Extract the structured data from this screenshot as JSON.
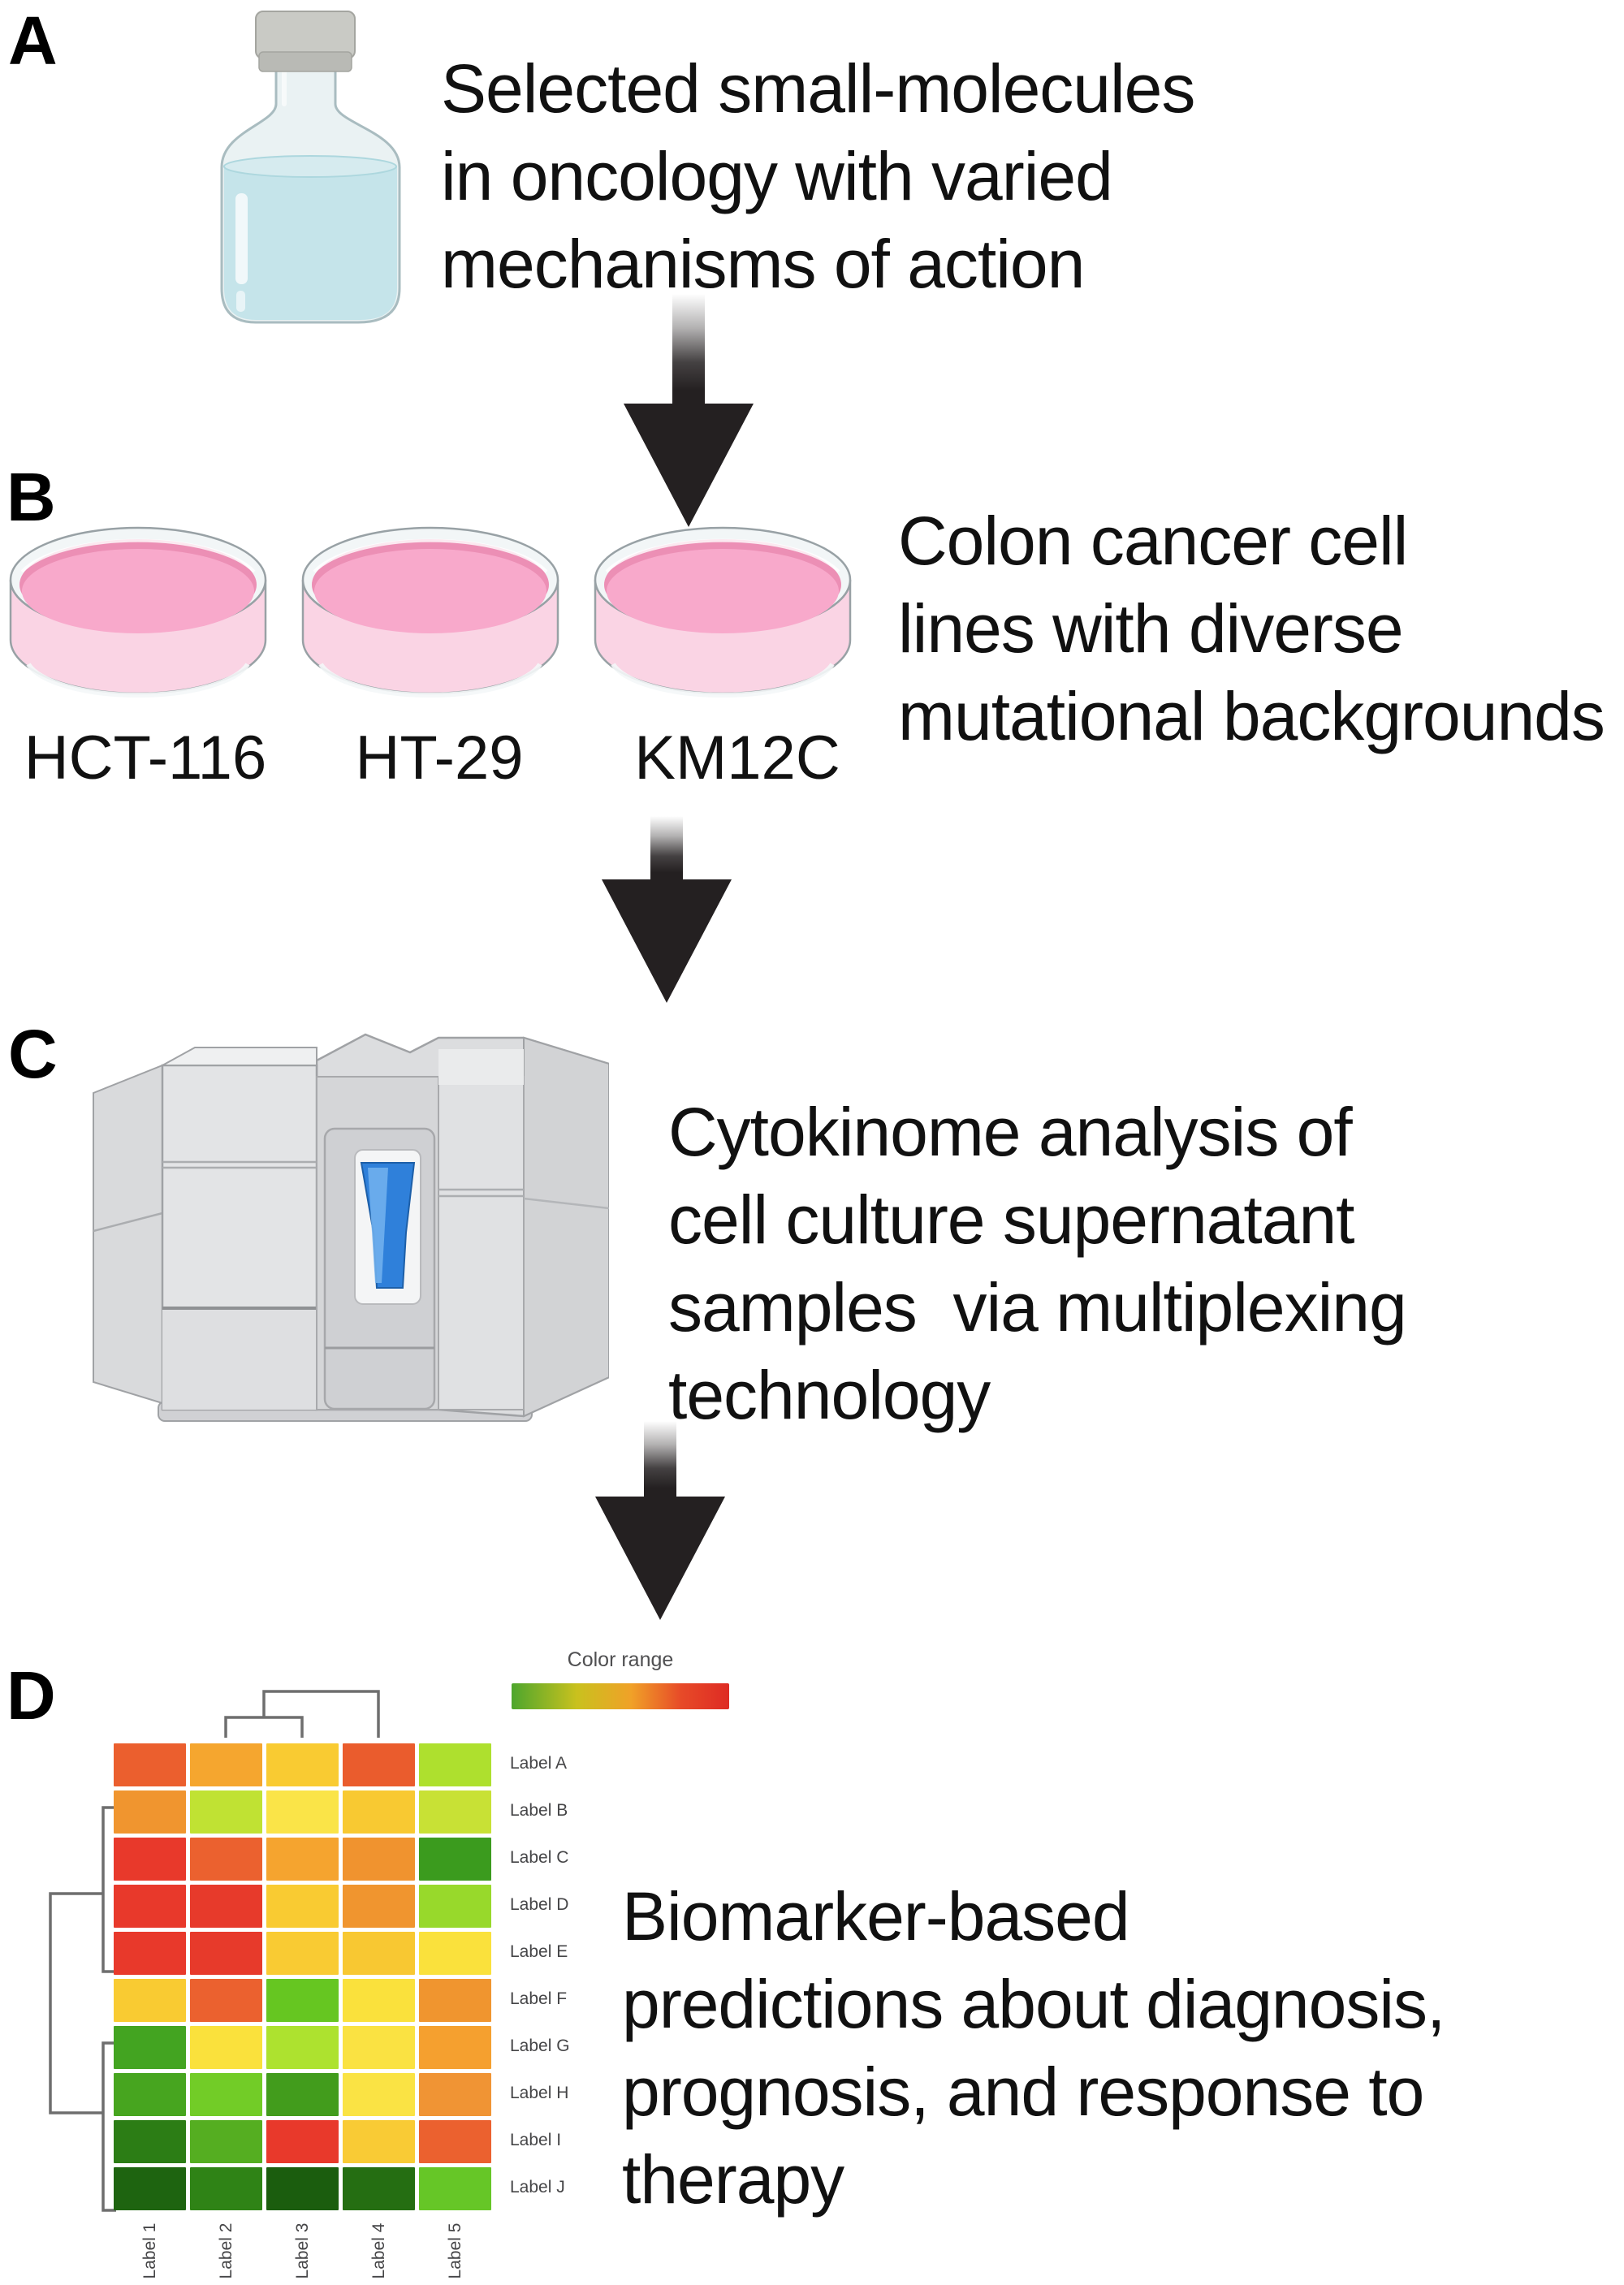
{
  "figure": {
    "background": "#FFFFFF",
    "arrow_color": "#242021",
    "panels": {
      "a": {
        "letter": "A",
        "icon": "medicine-bottle-icon",
        "caption": "Selected small-molecules\nin oncology with varied\nmechanisms of action"
      },
      "b": {
        "letter": "B",
        "icon": "petri-dish-icon",
        "caption": "Colon cancer cell\nlines with diverse\nmutational backgrounds",
        "dishes": [
          {
            "label": "HCT-116"
          },
          {
            "label": "HT-29"
          },
          {
            "label": "KM12C"
          }
        ]
      },
      "c": {
        "letter": "C",
        "icon": "multiplex-analyzer-icon",
        "caption": "Cytokinome analysis of\ncell culture supernatant\nsamples  via multiplexing\ntechnology"
      },
      "d": {
        "letter": "D",
        "icon": "clustered-heatmap",
        "caption": "Biomarker-based\npredictions about diagnosis,\nprognosis, and response to\ntherapy"
      }
    }
  },
  "chart_data": {
    "type": "heatmap",
    "title": "Color range",
    "rows": [
      "Label A",
      "Label B",
      "Label C",
      "Label D",
      "Label E",
      "Label F",
      "Label G",
      "Label H",
      "Label I",
      "Label J"
    ],
    "columns": [
      "Label 1",
      "Label 2",
      "Label 3",
      "Label 4",
      "Label 5"
    ],
    "cell_colors": [
      [
        "#EB5F2E",
        "#F5A62F",
        "#F9CB32",
        "#EA5C2D",
        "#AEE02E"
      ],
      [
        "#F0952F",
        "#C0E233",
        "#FAE448",
        "#F8C932",
        "#C8E135"
      ],
      [
        "#E8392B",
        "#EB612F",
        "#F5A42F",
        "#F0932F",
        "#3B9B1E"
      ],
      [
        "#E8392B",
        "#E73A2B",
        "#F9CB32",
        "#F0952F",
        "#98D92B"
      ],
      [
        "#E8392B",
        "#E73A2B",
        "#F9CB33",
        "#F8C832",
        "#FAE13C"
      ],
      [
        "#F9CB32",
        "#EB612F",
        "#66C621",
        "#FAE13C",
        "#F0952F"
      ],
      [
        "#43A421",
        "#FAE13C",
        "#ADE22F",
        "#FAE242",
        "#F5A02F"
      ],
      [
        "#47A51F",
        "#72CC27",
        "#429C1C",
        "#FAE344",
        "#F09434"
      ],
      [
        "#2C7D15",
        "#55AE21",
        "#E8392B",
        "#F9CB35",
        "#EB612F"
      ],
      [
        "#1E6410",
        "#2F8316",
        "#1B5D0E",
        "#256E12",
        "#66C627"
      ]
    ],
    "legend": {
      "title": "Color range",
      "position": "top, above heatmap",
      "gradient_stops": [
        "#4DA62D",
        "#C9C11E",
        "#F0A128",
        "#E74A28",
        "#DE2B24"
      ]
    },
    "grid": false,
    "column_dendrogram": "((Label 2, Label 3), Label 4)",
    "row_dendrogram": "top cluster: Labels B-E; bottom cluster: Labels G-J; both joined at an outer root"
  }
}
